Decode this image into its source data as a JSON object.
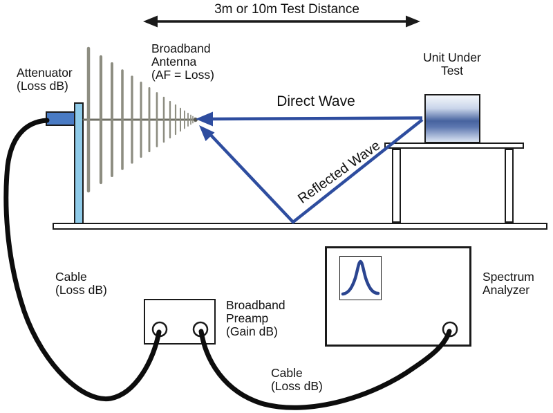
{
  "colors": {
    "wave_blue": "#2e4d9f",
    "curve_blue": "#2b4590",
    "attenuator_blue": "#4a7bc4",
    "mast_blue": "#8fcbe9",
    "uut_blue": "#3f5fa5",
    "cable_black": "#0d0d0d",
    "antenna_gray": "#8d8d81",
    "line_black": "#1a1a1a"
  },
  "labels": {
    "test_distance": "3m or 10m Test Distance",
    "attenuator": {
      "line1": "Attenuator",
      "line2": "(Loss dB)"
    },
    "antenna": {
      "line1": "Broadband",
      "line2": "Antenna",
      "line3": "(AF = Loss)"
    },
    "uut": {
      "line1": "Unit Under",
      "line2": "Test"
    },
    "direct_wave": "Direct Wave",
    "reflected_wave": "Reflected Wave",
    "cable_left": {
      "line1": "Cable",
      "line2": "(Loss dB)"
    },
    "preamp": {
      "line1": "Broadband",
      "line2": "Preamp",
      "line3": "(Gain dB)"
    },
    "cable_bottom": {
      "line1": "Cable",
      "line2": "(Loss dB)"
    },
    "spectrum_analyzer": {
      "line1": "Spectrum",
      "line2": "Analyzer"
    }
  }
}
